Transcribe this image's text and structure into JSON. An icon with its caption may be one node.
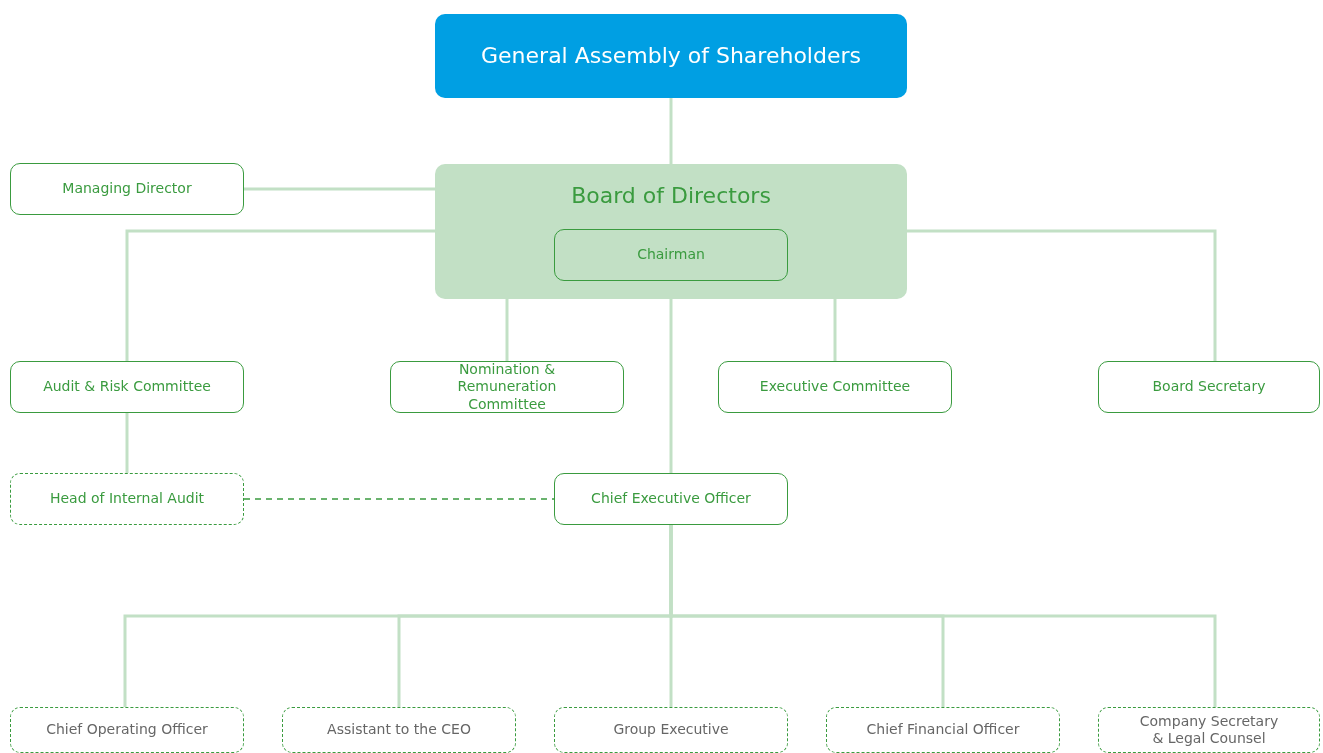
{
  "diagram": {
    "nodes": [
      {
        "text": [
          "General Assembly of Shareholders"
        ]
      },
      {
        "text": [
          "Managing Director"
        ]
      },
      {
        "text": [
          "Board of Directors"
        ]
      },
      {
        "text": [
          "Chairman"
        ],
        "in": 2
      },
      {
        "text": [
          "Audit & Risk Committee"
        ]
      },
      {
        "text": [
          "Nomination & Remuneration Committee"
        ]
      },
      {
        "text": [
          "Executive Committee"
        ]
      },
      {
        "text": [
          "Board Secretary"
        ]
      },
      {
        "text": [
          "Head of Internal Audit"
        ]
      },
      {
        "text": [
          "Chief Executive Officer"
        ]
      },
      {
        "text": [
          "Chief Operating Officer"
        ]
      },
      {
        "text": [
          "Assistant to the CEO"
        ]
      },
      {
        "text": [
          "Group Executive"
        ]
      },
      {
        "text": [
          "Chief Financial Officer"
        ]
      },
      {
        "text": [
          "Company Secretary & Legal Counsel"
        ]
      }
    ],
    "edges": [
      {
        "from": 0,
        "to": 2,
        "arrow": "none"
      },
      {
        "from": 2,
        "to": 1,
        "arrow": "none"
      },
      {
        "from": 2,
        "to": 4,
        "arrow": "none"
      },
      {
        "from": 2,
        "to": 5,
        "arrow": "none"
      },
      {
        "from": 2,
        "to": 6,
        "arrow": "none"
      },
      {
        "from": 2,
        "to": 7,
        "arrow": "none"
      },
      {
        "from": 2,
        "to": 9,
        "arrow": "none"
      },
      {
        "from": 4,
        "to": 8,
        "arrow": "none"
      },
      {
        "from": 8,
        "to": 9,
        "arrow": "none",
        "style": "dashed",
        "color": "#3a9b3f"
      },
      {
        "from": 9,
        "to": 10,
        "arrow": "none"
      },
      {
        "from": 9,
        "to": 11,
        "arrow": "none"
      },
      {
        "from": 9,
        "to": 12,
        "arrow": "none"
      },
      {
        "from": 9,
        "to": 13,
        "arrow": "none"
      },
      {
        "from": 9,
        "to": 14,
        "arrow": "none"
      }
    ]
  }
}
